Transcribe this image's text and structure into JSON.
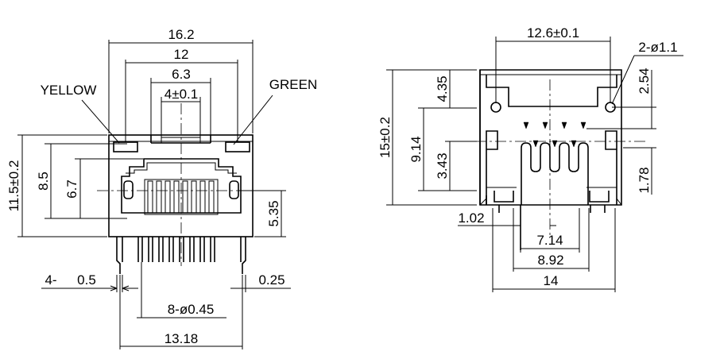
{
  "front_view": {
    "width_overall": "16.2",
    "width_leds": "12",
    "width_shield": "6.3",
    "width_tab": "4±0.1",
    "led_left": "YELLOW",
    "led_right": "GREEN",
    "height_overall": "11.5±0.2",
    "height_opening": "8.5",
    "height_inner": "6.7",
    "height_lower": "5.35",
    "pin_thickness_label": "4-",
    "pin_thickness": "0.5",
    "pin_gap": "0.25",
    "pin_dia": "8-ø0.45",
    "pin_span": "13.18"
  },
  "side_view": {
    "width_top": "12.6±0.1",
    "hole_dia": "2-ø1.1",
    "height_overall": "15±0.2",
    "height_914": "9.14",
    "height_435": "4.35",
    "height_343": "3.43",
    "height_254": "2.54",
    "height_178": "1.78",
    "offset_102": "1.02",
    "span_714": "7.14",
    "span_892": "8.92",
    "width_bottom": "14"
  }
}
